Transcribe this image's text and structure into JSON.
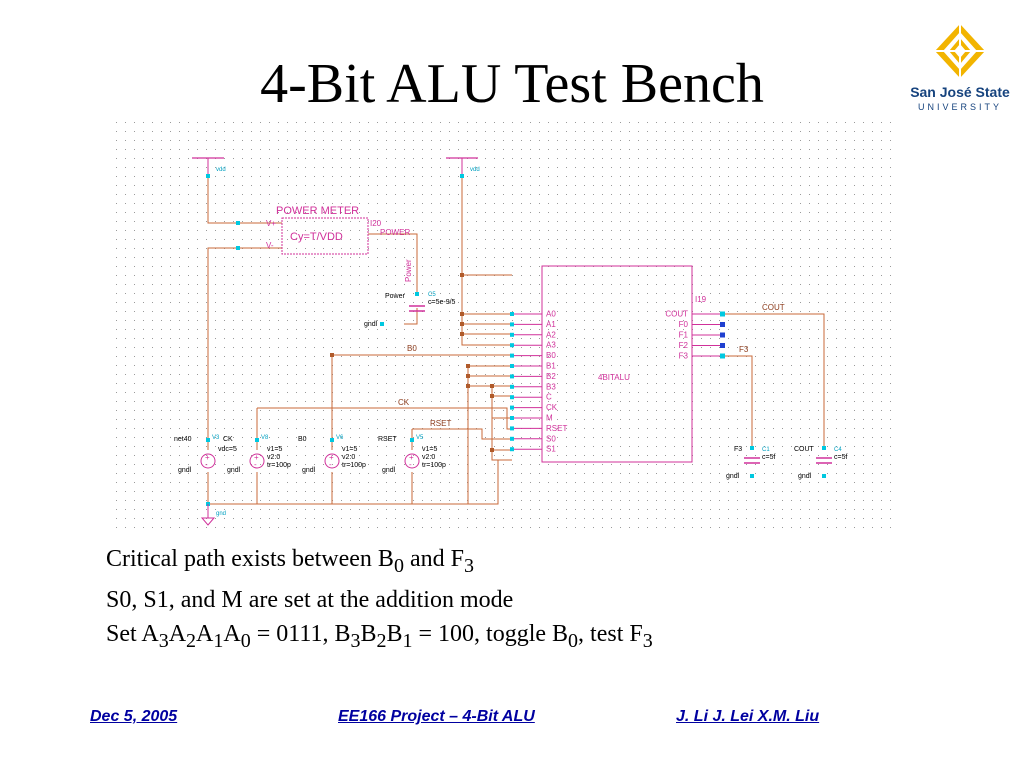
{
  "slide": {
    "title": "4-Bit ALU Test Bench",
    "logo": {
      "name": "San José State",
      "sub": "UNIVERSITY"
    }
  },
  "schematic": {
    "power_meter": {
      "title": "POWER METER",
      "id": "I20",
      "formula": "Cy=T/VDD",
      "out_label": "POWER",
      "vplus": "V+",
      "vminus": "V-"
    },
    "vdd_label": "vdd",
    "gnd_label": "gnd",
    "power_net": "Power",
    "power_probe": "Power",
    "c5": {
      "name": "C5",
      "value": "c=5e-9/5"
    },
    "gndl": "gndl",
    "alu": {
      "name": "4BITALU",
      "id": "I19",
      "left_pins": [
        "A0",
        "A1",
        "A2",
        "A3",
        "B0",
        "B1",
        "B2",
        "B3",
        "C",
        "CK",
        "M",
        "RSET",
        "S0",
        "S1"
      ],
      "right_pins": [
        "COUT",
        "F0",
        "F1",
        "F2",
        "F3"
      ]
    },
    "nets": {
      "b0": "B0",
      "ck": "CK",
      "rset": "RSET",
      "cout": "COUT",
      "f3": "F3"
    },
    "sources": [
      {
        "net": "net40",
        "name": "V3",
        "params": [
          "vdc=5"
        ]
      },
      {
        "net": "CK",
        "name": "V8",
        "params": [
          "v1=5",
          "v2:0",
          "tr=100p"
        ]
      },
      {
        "net": "B0",
        "name": "V6",
        "params": [
          "v1=5",
          "v2:0",
          "tr=100p"
        ]
      },
      {
        "net": "RSET",
        "name": "V5",
        "params": [
          "v1=5",
          "v2:0",
          "tr=100p"
        ]
      }
    ],
    "caps": [
      {
        "net": "F3",
        "name": "C1",
        "value": "c=5f"
      },
      {
        "net": "COUT",
        "name": "C4",
        "value": "c=5f"
      }
    ]
  },
  "notes": {
    "line1": {
      "a": "Critical path exists between B",
      "b_sub": "0",
      "c": " and F",
      "d_sub": "3"
    },
    "line2": "S0, S1, and M are set at the addition mode",
    "line3": {
      "p1": "Set A",
      "s1": "3",
      "p2": "A",
      "s2": "2",
      "p3": "A",
      "s3": "1",
      "p4": "A",
      "s4": "0",
      "p5": " =  0111, B",
      "s5": "3",
      "p6": "B",
      "s6": "2",
      "p7": "B",
      "s7": "1",
      "p8": " = 100, toggle B",
      "s8": "0",
      "p9": ", test F",
      "s9": "3"
    }
  },
  "footer": {
    "date": "Dec 5, 2005",
    "course": "EE166 Project – 4-Bit ALU",
    "authors": "J. Li  J. Lei  X.M. Liu"
  }
}
